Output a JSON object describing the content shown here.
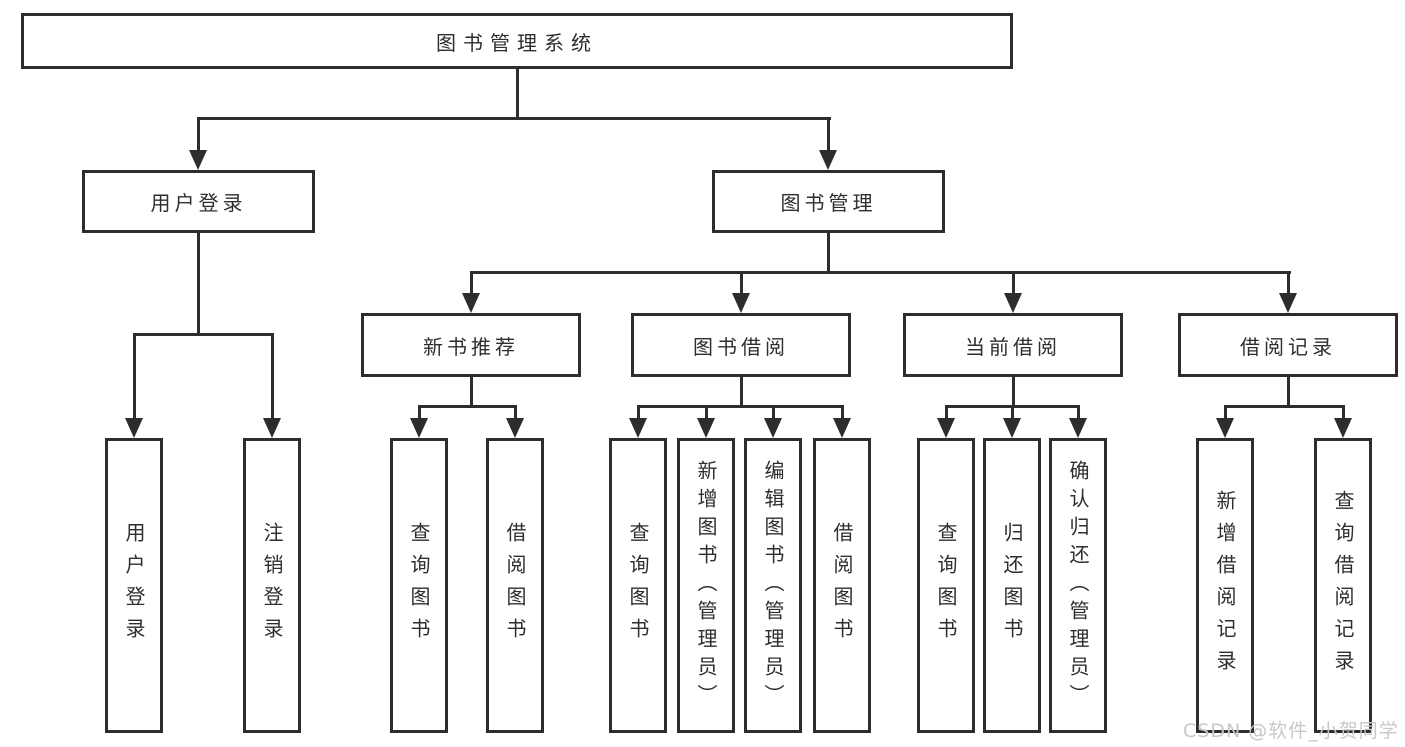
{
  "tree": {
    "label": "图书管理系统",
    "children": [
      {
        "label": "用户登录",
        "children": [
          {
            "label": "用户登录"
          },
          {
            "label": "注销登录"
          }
        ]
      },
      {
        "label": "图书管理",
        "children": [
          {
            "label": "新书推荐",
            "children": [
              {
                "label": "查询图书"
              },
              {
                "label": "借阅图书"
              }
            ]
          },
          {
            "label": "图书借阅",
            "children": [
              {
                "label": "查询图书"
              },
              {
                "label": "新增图书（管理员）"
              },
              {
                "label": "编辑图书（管理员）"
              },
              {
                "label": "借阅图书"
              }
            ]
          },
          {
            "label": "当前借阅",
            "children": [
              {
                "label": "查询图书"
              },
              {
                "label": "归还图书"
              },
              {
                "label": "确认归还（管理员）"
              }
            ]
          },
          {
            "label": "借阅记录",
            "children": [
              {
                "label": "新增借阅记录"
              },
              {
                "label": "查询借阅记录"
              }
            ]
          }
        ]
      }
    ]
  },
  "watermark": {
    "text": "CSDN @软件_小贺同学"
  },
  "colors": {
    "line": "#2d2d2d",
    "box_border": "#2d2d2d",
    "box_fill": "#ffffff",
    "text": "#2e2e2e",
    "watermark": "#c8c8c8",
    "background": "#ffffff"
  }
}
